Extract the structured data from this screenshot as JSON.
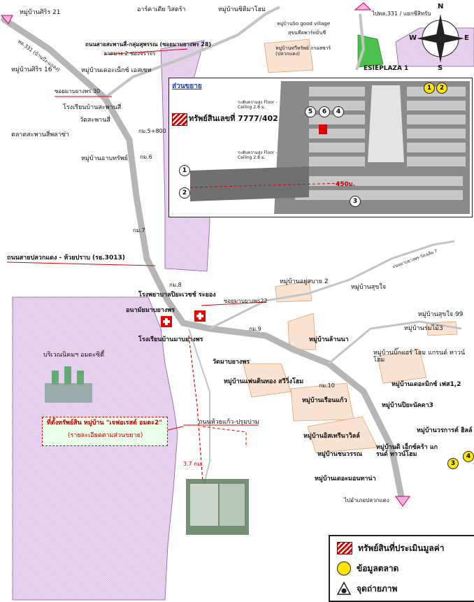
{
  "compass": {
    "n": "N",
    "s": "S",
    "e": "E",
    "w": "W"
  },
  "roads": {
    "hwy331": "ทล.331 (บ้านบึง-แกลง)",
    "to331": "ไปทล.331 / แยกซีสิทรับ",
    "plaukdaeng": "ถนนสายปลวกแดง - ห้วยปราบ (รย.3013)",
    "huayprap": "ถนนห้วยแก้ว-ปรุมปาม",
    "soi28": "ถนนสายสะพานสี่-กลุ่มสุพรรณ (ซอยมาบยางพร 28)",
    "soi30": "ซอยมาบยางพร 30",
    "soi22": "ซอยมาบยางพร22",
    "to_plaukdaeng": "ไปอำเภอปลวกแดง",
    "toward_rd": "ถนนมาบยางพร-วังเฉลิม 7",
    "km58": "กม.5+800",
    "km6": "กม.6",
    "km7": "กม.7",
    "km8": "กม.8",
    "km9": "กม.9",
    "km10": "กม.10",
    "dist37": "3.7 กม.",
    "lane2": "ลาดยาง 2 ช่องจราจร"
  },
  "villages": [
    "หมู่บ้านศิริร 21",
    "อาร์คาเดีย วิสตร้า",
    "หมู่บ้านชิติมาโฮม",
    "หมู่บ้านSo good village",
    "หมู่บ้านศิริร 16",
    "หมู่บ้านเดอะเน็กซ์ เอสเซท",
    "หมู่บ้านอาบทรัพย์",
    "หมู่บ้านอยู่สบาย 2",
    "หมู่บ้านสุขใจ",
    "หมู่บ้านสุขใจ 99",
    "หมู่บ้านร่มไม้3",
    "หมู่บ้านล้านนา",
    "หมู่บ้านบิ๊กแอร์ โฮม แกรนด์ ทาวน์โฮม",
    "หมู่บ้านเดอะมิกซ์ เฟส1,2",
    "หมู่บ้านแฟนตินทอง สวีวิ่งโฮม",
    "หมู่บ้านเรือนแก้ว",
    "หมู่บ้านปิยะนัคดา3",
    "หมู่บ้านวรการต์ ฮิลล์",
    "หมู่บ้านอิสเทรีนาวิลล์",
    "หมู่บ้านดิ เอ็กซ์คร้า แกรนด์ ทาวน์โฮม",
    "หมู่บ้านชนวรรณ",
    "หมู่บ้านเดอะมอนทาน่า",
    "หมู่บ้านทวีทรัพย์ กรอสซาร์ (ปลวกแดง)"
  ],
  "places": {
    "temple_sapan": "วัดสะพานสี่",
    "school_sapan": "โรงเรียนบ้านสะพานสี่",
    "market": "ตลาดสะพานสี่พลาซ่า",
    "hospital": "โรงพยาบาลปิยะเวชช์ ระยอง",
    "health": "อนามัยมาบยางพร",
    "school_map": "โรงเรียนบ้านมาบยางพร",
    "temple_map": "วัดมาบยางพร",
    "industrial": "บริเวณนิคมฯ อมตะซิตี้",
    "plaza": "ESIEPLAZA 1",
    "market2": "สุขนทีตพาร์ทมั่นชี",
    "property_label": "ที่ตั้งทรัพย์สิน หมู่บ้าน \"เจฟอเรสต์ อมตะ2\"",
    "property_sub": "(รายละเอียดตามส่วนขยาย)"
  },
  "inset": {
    "title": "ส่วนขยาย",
    "asset": "ทรัพย์สินเลขที่ 7777/402",
    "dist": "450ม.",
    "note1": "ระดับความสูง Floor - Ceiling 2.8 ม.",
    "note2": "ระดับความสูง Floor - Ceiling 2.8 ม."
  },
  "legend": {
    "asset": "ทรัพย์สินที่ประเมินมูลค่า",
    "market": "ข้อมูลตลาด",
    "photo": "จุดถ่ายภาพ"
  },
  "markers": {
    "photo": [
      "1",
      "2",
      "3",
      "4",
      "5",
      "6"
    ],
    "market": [
      "1",
      "2",
      "3",
      "4"
    ]
  },
  "colors": {
    "industrial": "#e9d3f0",
    "village": "#fbe3d2",
    "road": "#b8b8b8",
    "red": "#e00000",
    "yellow": "#ffe600",
    "link": "#1a3cc4"
  }
}
